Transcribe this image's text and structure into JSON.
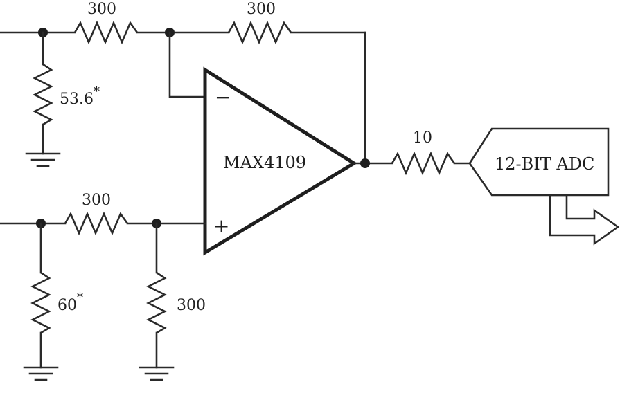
{
  "components": {
    "r_top_input": {
      "value": "300"
    },
    "r_top_feedback": {
      "value": "300"
    },
    "r_top_shunt": {
      "value": "53.6",
      "mark": "*"
    },
    "r_bottom_input": {
      "value": "300"
    },
    "r_bottom_shunt": {
      "value": "60",
      "mark": "*"
    },
    "r_bottom_ground": {
      "value": "300"
    },
    "r_output": {
      "value": "10"
    }
  },
  "opamp": {
    "part": "MAX4109",
    "inverting_sign": "−",
    "noninverting_sign": "+"
  },
  "adc": {
    "label": "12-BIT ADC"
  }
}
